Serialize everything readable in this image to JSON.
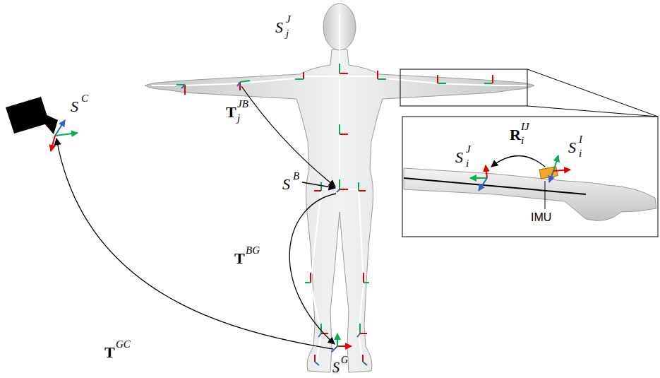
{
  "diagram": {
    "labels": [
      "S",
      "J",
      "j",
      "S",
      "C",
      "T",
      "JB",
      "j",
      "S",
      "B",
      "T",
      "BG",
      "T",
      "GC",
      "S",
      "G",
      "S",
      "J",
      "i",
      "R",
      "IJ",
      "i",
      "S",
      "I",
      "i",
      "IMU"
    ]
  }
}
